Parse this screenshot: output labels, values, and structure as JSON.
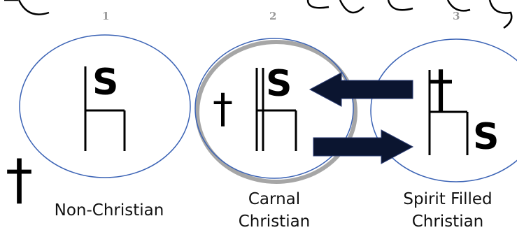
{
  "colors": {
    "circle_stroke": "#3b63b5",
    "ink": "#000000",
    "arrow_fill": "#0b1530",
    "number_color": "#9a9a9a"
  },
  "numbers": [
    "1",
    "2",
    "3"
  ],
  "throne_letter": "S",
  "cross_glyph": "†",
  "labels": {
    "non_christian": "Non-Christian",
    "carnal": [
      "Carnal",
      "Christian"
    ],
    "spirit_filled": [
      "Spirit Filled",
      "Christian"
    ]
  }
}
